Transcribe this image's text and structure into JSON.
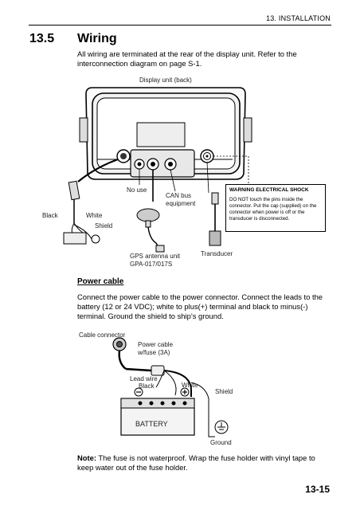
{
  "header": {
    "running_head": "13.  INSTALLATION"
  },
  "section": {
    "number": "13.5",
    "title": "Wiring"
  },
  "intro": "All wiring are terminated at the rear of the display unit. Refer to the interconnection diagram on page S-1.",
  "fig1": {
    "display_unit": "Display unit (back)",
    "no_use": "No use",
    "can_bus": "CAN bus\nequipment",
    "black": "Black",
    "white": "White",
    "shield": "Shield",
    "gps": "GPS antenna unit\nGPA-017/017S",
    "transducer": "Transducer",
    "warning_title": "WARNING ELECTRICAL SHOCK",
    "warning_body": "DO NOT touch the pins inside the connector. Put the cap (supplied) on the connector when power is off or the transducer is disconnected."
  },
  "power": {
    "heading": "Power cable",
    "body": "Connect the power cable to the power connector. Connect the leads to the battery (12 or 24 VDC); white to plus(+) terminal and black to minus(-) terminal. Ground the shield to ship’s ground."
  },
  "fig2": {
    "cable_connector": "Cable connector",
    "power_cable": "Power cable\nw/fuse (3A)",
    "lead_wire": "Lead wire",
    "black": "Black",
    "white": "White",
    "shield": "Shield",
    "battery": "BATTERY",
    "ground": "Ground",
    "minus": "−",
    "plus": "+"
  },
  "note": {
    "label": "Note:",
    "text": " The fuse is not waterproof. Wrap the fuse holder with vinyl tape to keep water out of the fuse holder."
  },
  "page_number": "13-15"
}
